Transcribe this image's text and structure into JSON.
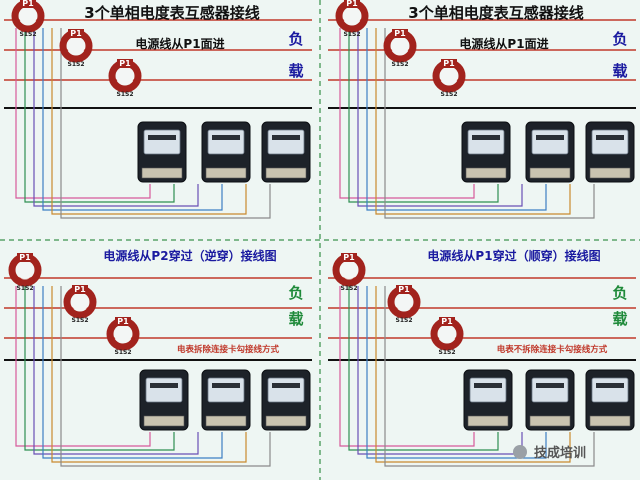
{
  "panels": [
    {
      "title": "3个单相电度表互感器接线",
      "subtitle": "电源线从P1面进",
      "load": [
        "负",
        "载"
      ],
      "ct_labels": [
        "P1",
        "P1",
        "P1"
      ],
      "ct_sub": [
        "S1S2",
        "S1S2",
        "S1S2"
      ]
    },
    {
      "title": "3个单相电度表互感器接线",
      "subtitle": "电源线从P1面进",
      "load": [
        "负",
        "载"
      ],
      "ct_labels": [
        "P1",
        "P1",
        "P1"
      ],
      "ct_sub": [
        "S1S2",
        "S1S2",
        "S1S2"
      ]
    },
    {
      "title": "电源线从P2穿过（逆穿）接线图",
      "note": "电表拆除连接卡勾接线方式",
      "load": [
        "负",
        "载"
      ],
      "ct_labels": [
        "P1",
        "P1",
        "P1"
      ],
      "ct_sub": [
        "S1S2",
        "S1S2",
        "S1S2"
      ]
    },
    {
      "title": "电源线从P1穿过（顺穿）接线图",
      "note": "电表不拆除连接卡勾接线方式",
      "load": [
        "负",
        "载"
      ],
      "ct_labels": [
        "P1",
        "P1",
        "P1"
      ],
      "ct_sub": [
        "S1S2",
        "S1S2",
        "S1S2"
      ]
    }
  ],
  "watermark": "技成培训",
  "colors": {
    "background": "#eef6f3",
    "divider": "#5aa36a",
    "bus_red": "#c0392b",
    "bus_black": "#111111",
    "ct_red": "#a2231d",
    "load_text_top": "#1a1aa0",
    "load_text_bottom": "#1f8a3a"
  }
}
